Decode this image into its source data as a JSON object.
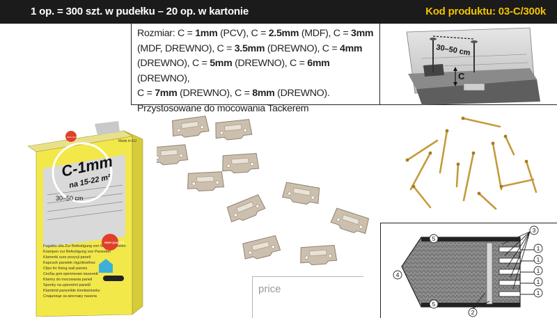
{
  "header": {
    "packaging": "1 op. = 300 szt. w pudełku – 20 op. w kartonie",
    "product_code": "Kod produktu: 03-C/300k"
  },
  "spec": {
    "lines": [
      [
        [
          "Rozmiar: C = ",
          false
        ],
        [
          "1mm",
          true
        ],
        [
          " (PCV), C = ",
          false
        ],
        [
          "2.5mm",
          true
        ],
        [
          " (MDF), C = ",
          false
        ],
        [
          "3mm",
          true
        ]
      ],
      [
        [
          "(MDF, DREWNO), C = ",
          false
        ],
        [
          "3.5mm",
          true
        ],
        [
          " (DREWNO), C = ",
          false
        ],
        [
          "4mm",
          true
        ]
      ],
      [
        [
          "(DREWNO), C = ",
          false
        ],
        [
          "5mm",
          true
        ],
        [
          " (DREWNO), C = ",
          false
        ],
        [
          "6mm",
          true
        ],
        [
          " (DREWNO),",
          false
        ]
      ],
      [
        [
          "C = ",
          false
        ],
        [
          "7mm",
          true
        ],
        [
          " (DREWNO), C = ",
          false
        ],
        [
          "8mm",
          true
        ],
        [
          " (DREWNO).",
          false
        ]
      ],
      [
        [
          "Przystosowane do mocowania Tackerem",
          false
        ]
      ]
    ]
  },
  "install_figure": {
    "distance_label": "30–50 cm",
    "dim_label": "C"
  },
  "box_figure": {
    "size_text": "C-1mm",
    "area_text": "na 15-22 m²",
    "distance_label": "30–50 cm",
    "made_in": "Made in EU",
    "quality_badge": "HIGH QUALITY",
    "desc_lines": [
      "Fugaklu ulla Zur Befestigung von Wandpaneelen",
      "Krampen zur Befestigung von Paneelen",
      "Klamerki sure pozycji paneli",
      "Kapcsok panelek rögzítéséhez",
      "Clips for fixing wall panels",
      "Скобы для крепления панелей",
      "Klamry do mocowania paneli",
      "Sponky na upevnění panelů",
      "Klambrid paneelide kinnitamiseks",
      "Спајалице за монтажу панела"
    ]
  },
  "diagram": {
    "callouts": [
      "5",
      "5",
      "4",
      "3",
      "1",
      "1",
      "1",
      "1",
      "1",
      "2"
    ]
  },
  "price": {
    "label": "price"
  },
  "colors": {
    "topbar_bg": "#1b1b1b",
    "accent_yellow": "#f2c200",
    "box_yellow": "#f3e84a",
    "clip_metal": "#cdbfae",
    "nail_brass": "#c49a3a"
  }
}
